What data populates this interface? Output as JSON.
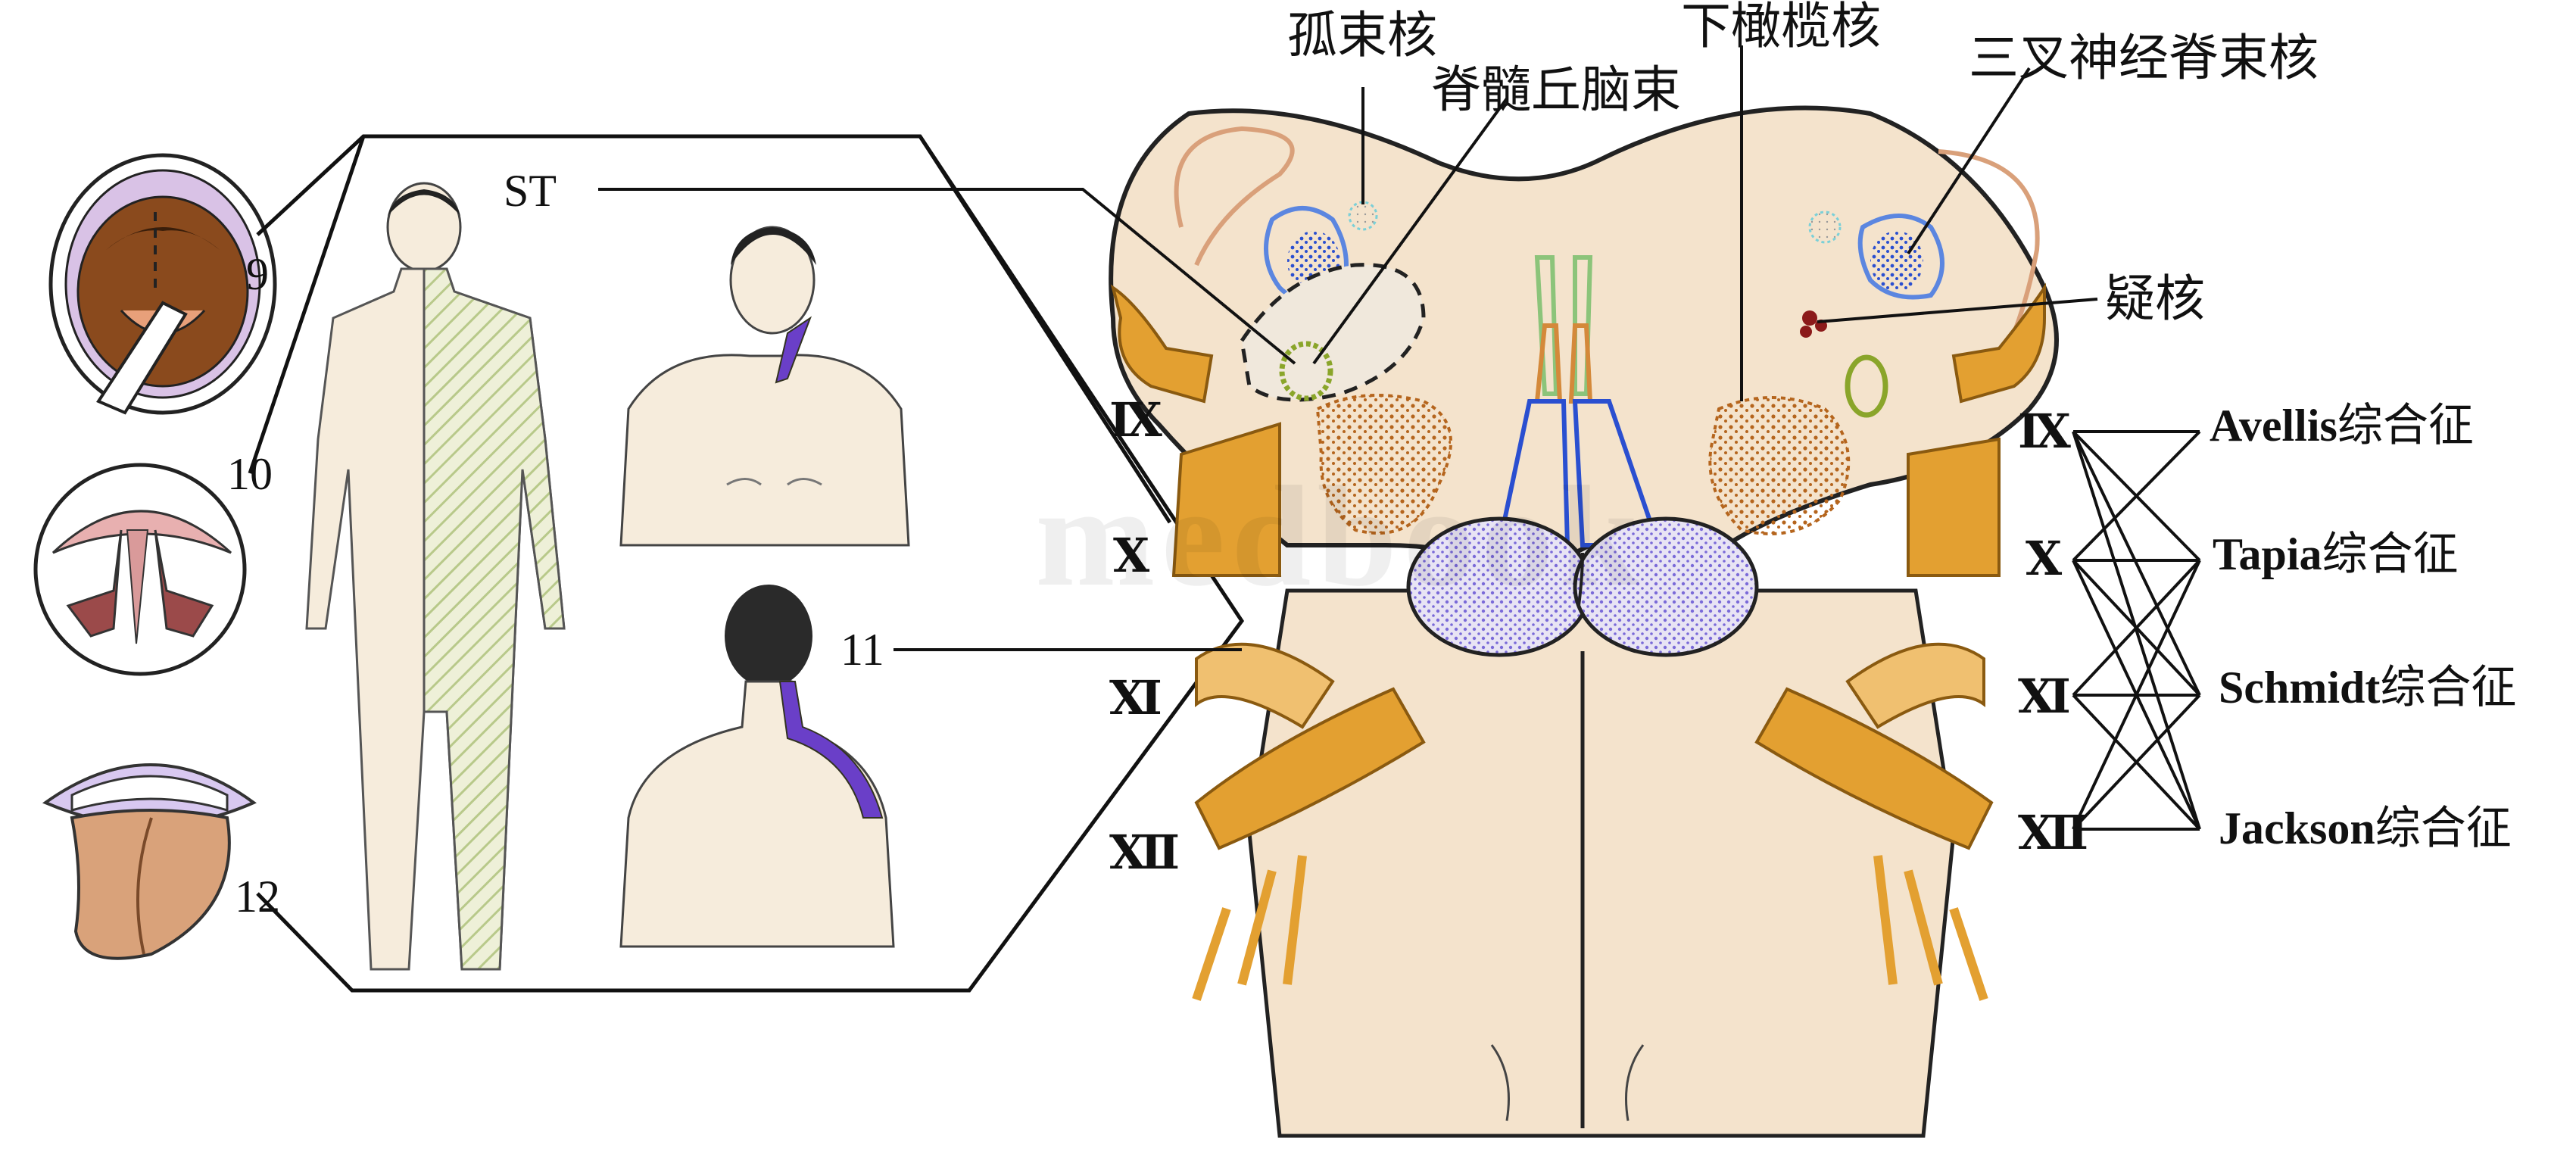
{
  "watermark": "medbook",
  "labels": {
    "solitary_nucleus": "孤束核",
    "spinothalamic_tract": "脊髓丘脑束",
    "inferior_olive": "下橄榄核",
    "spinal_trigeminal": "三叉神经脊束核",
    "nucleus_ambiguus": "疑核",
    "st": "ST",
    "num9": "9",
    "num10": "10",
    "num11": "11",
    "num12": "12"
  },
  "nerves_left": [
    "Ⅸ",
    "Ⅹ",
    "Ⅺ",
    "Ⅻ"
  ],
  "nerves_right": [
    "Ⅸ",
    "Ⅹ",
    "Ⅺ",
    "Ⅻ"
  ],
  "syndromes": [
    {
      "latin": "Avellis",
      "cn": "综合征"
    },
    {
      "latin": "Tapia",
      "cn": "综合征"
    },
    {
      "latin": "Schmidt",
      "cn": "综合征"
    },
    {
      "latin": "Jackson",
      "cn": "综合征"
    }
  ],
  "colors": {
    "skin": "#f6ecdc",
    "brainstem": "#f4e3cc",
    "nerve": "#e3a031",
    "nerve_dark": "#c27a12",
    "blue_nucleus": "#2a4fd0",
    "olive": "#b5651d",
    "ambiguus": "#8b1a1a",
    "stt_green": "#8aa52a",
    "lesion_purple": "#6a3fc8",
    "pyramid": "#8d7be0",
    "hatch": "#b8c98a"
  }
}
